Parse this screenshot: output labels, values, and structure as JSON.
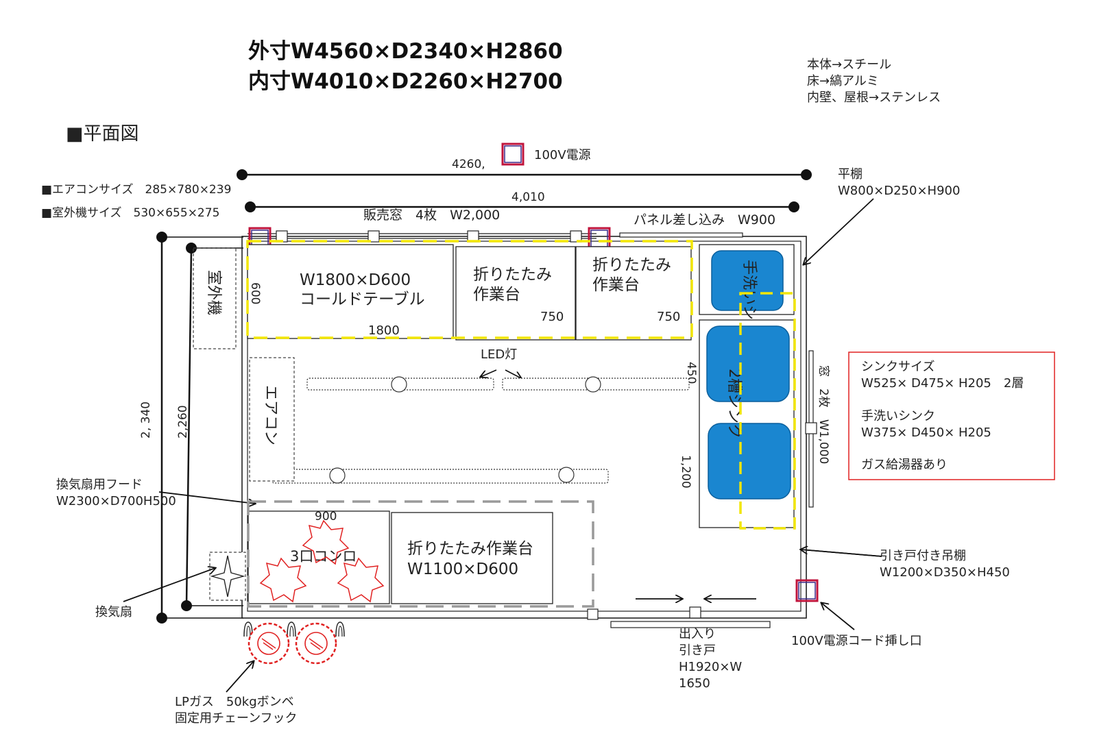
{
  "header": {
    "outer_dims": "外寸W4560×D2340×H2860",
    "inner_dims": "内寸W4010×D2260×H2700",
    "materials": [
      "本体→スチール",
      "床→縞アルミ",
      "内壁、屋根→ステンレス"
    ],
    "plan_title": "■平面図"
  },
  "left_notes": {
    "aircon_size": "■エアコンサイズ　285×780×239",
    "outdoor_unit_size": "■室外機サイズ　530×655×275"
  },
  "dimensions": {
    "outer_width": "4260,",
    "inner_width": "4,010",
    "outer_depth": "2, 340",
    "inner_depth": "2,260",
    "table_depth": "600",
    "table_width": "1800",
    "worktable1_width": "750",
    "worktable2_width": "750",
    "sink_depth": "450",
    "sink_length": "1,200",
    "stove_width": "900"
  },
  "labels": {
    "power_100v": "100V電源",
    "sales_window": "販売窓　4枚　W2,000",
    "panel_insert": "パネル差し込み　W900",
    "flat_shelf_title": "平棚",
    "flat_shelf_size": "W800×D250×H900",
    "outdoor_unit": "室外機",
    "cold_table_line1": "W1800×D600",
    "cold_table_line2": "コールドテーブル",
    "fold_table_line1": "折りたたみ",
    "fold_table_line2": "作業台",
    "hand_sink": "手洗いシンク",
    "two_tank_sink": "2槽シンク",
    "led": "LED灯",
    "aircon": "エアコン",
    "window": "窓　2枚　W1,000",
    "hood_line1": "換気扇用フード",
    "hood_line2": "W2300×D700H500",
    "stove": "3口コンロ",
    "fold_table2_line1": "折りたたみ作業台",
    "fold_table2_line2": "W1100×D600",
    "fan": "換気扇",
    "hanging_shelf_line1": "引き戸付き吊棚",
    "hanging_shelf_line2": "W1200×D350×H450",
    "power_cord_inlet": "100V電源コード挿し口",
    "door_lines": [
      "出入り",
      "引き戸",
      "H1920×W",
      "1650"
    ],
    "gas_line1": "LPガス　50kgボンベ",
    "gas_line2": "固定用チェーンフック"
  },
  "sink_info": {
    "lines": [
      "シンクサイズ",
      "W525× D475× H205　2層",
      "",
      "手洗いシンク",
      "W375× D450× H205",
      "",
      "ガス給湯器あり"
    ]
  },
  "colors": {
    "yellow_dash": "#f2e600",
    "gray_dash": "#9a9a9a",
    "sink_blue": "#1a86d0",
    "power_outline": "#c0143c",
    "power_inner": "#3a2a8a",
    "info_border": "#e02020",
    "burner_red": "#e02020"
  }
}
